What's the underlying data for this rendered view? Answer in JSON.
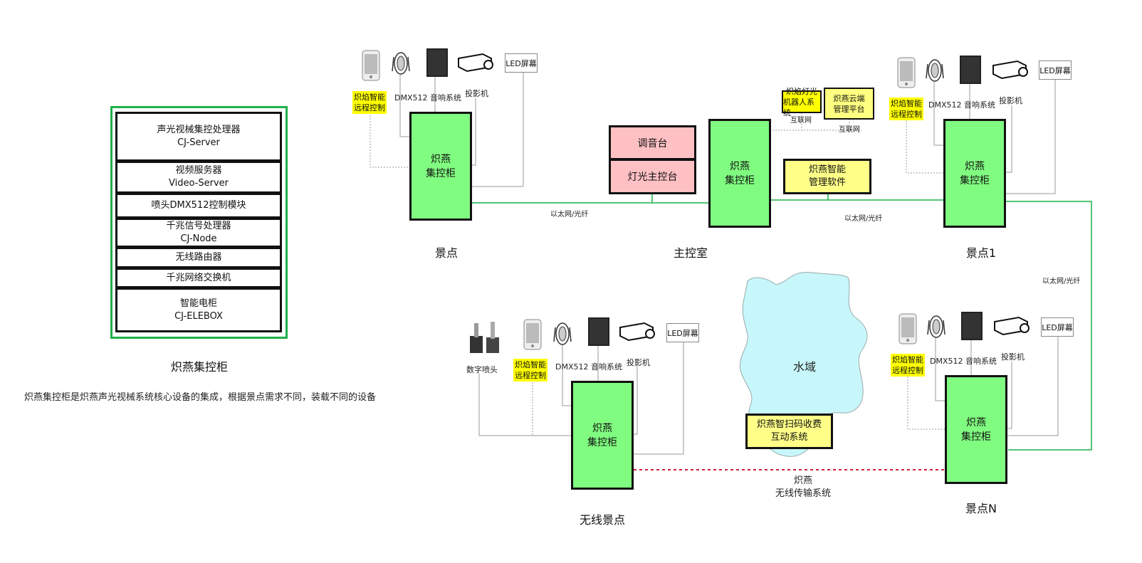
{
  "legend": {
    "modules": [
      {
        "line1": "声光视械集控处理器",
        "line2": "CJ-Server"
      },
      {
        "line1": "视频服务器",
        "line2": "Video-Server"
      },
      {
        "line1": "喷头DMX512控制模块",
        "line2": ""
      },
      {
        "line1": "千兆信号处理器",
        "line2": "CJ-Node"
      },
      {
        "line1": "无线路由器",
        "line2": ""
      },
      {
        "line1": "千兆网络交换机",
        "line2": ""
      },
      {
        "line1": "智能电柜",
        "line2": "CJ-ELEBOX"
      }
    ],
    "caption": "炽燕集控柜",
    "description": "炽燕集控柜是炽燕声光视械系统核心设备的集成，根据景点需求不同，装载不同的设备"
  },
  "cabinet": {
    "line1": "炽燕",
    "line2": "集控柜"
  },
  "sites": {
    "site_a": "景点",
    "main_room": "主控室",
    "site_1": "景点1",
    "wireless_site": "无线景点",
    "site_n": "景点N"
  },
  "devices": {
    "remote_line1": "炽焰智能",
    "remote_line2": "远程控制",
    "dmx_audio": "DMX512 音响系统",
    "projector": "投影机",
    "led": "LED屏幕",
    "fountain": "数字喷头"
  },
  "main_room": {
    "mixer": "调音台",
    "lighting_console": "灯光主控台",
    "robot_line1": "炽焰灯光",
    "robot_line2": "机器人系统",
    "cloud_line1": "炽燕云端",
    "cloud_line2": "管理平台",
    "internet": "互联网",
    "software_line1": "炽燕智能",
    "software_line2": "管理软件"
  },
  "network": {
    "ethernet_fiber": "以太网/光纤",
    "wireless_line1": "炽燕",
    "wireless_line2": "无线传输系统"
  },
  "water": {
    "label": "水域",
    "pay_line1": "炽燕智扫码收费",
    "pay_line2": "互动系统"
  },
  "colors": {
    "cabinet_fill": "#80fc80",
    "legend_border": "#1fb04a",
    "console_fill": "#ffc0c4",
    "software_fill": "#ffff88",
    "highlight": "#ffff00",
    "water_fill": "#c8f7fb",
    "wireless_line": "#d0203a",
    "network_line": "#1fb04a"
  }
}
